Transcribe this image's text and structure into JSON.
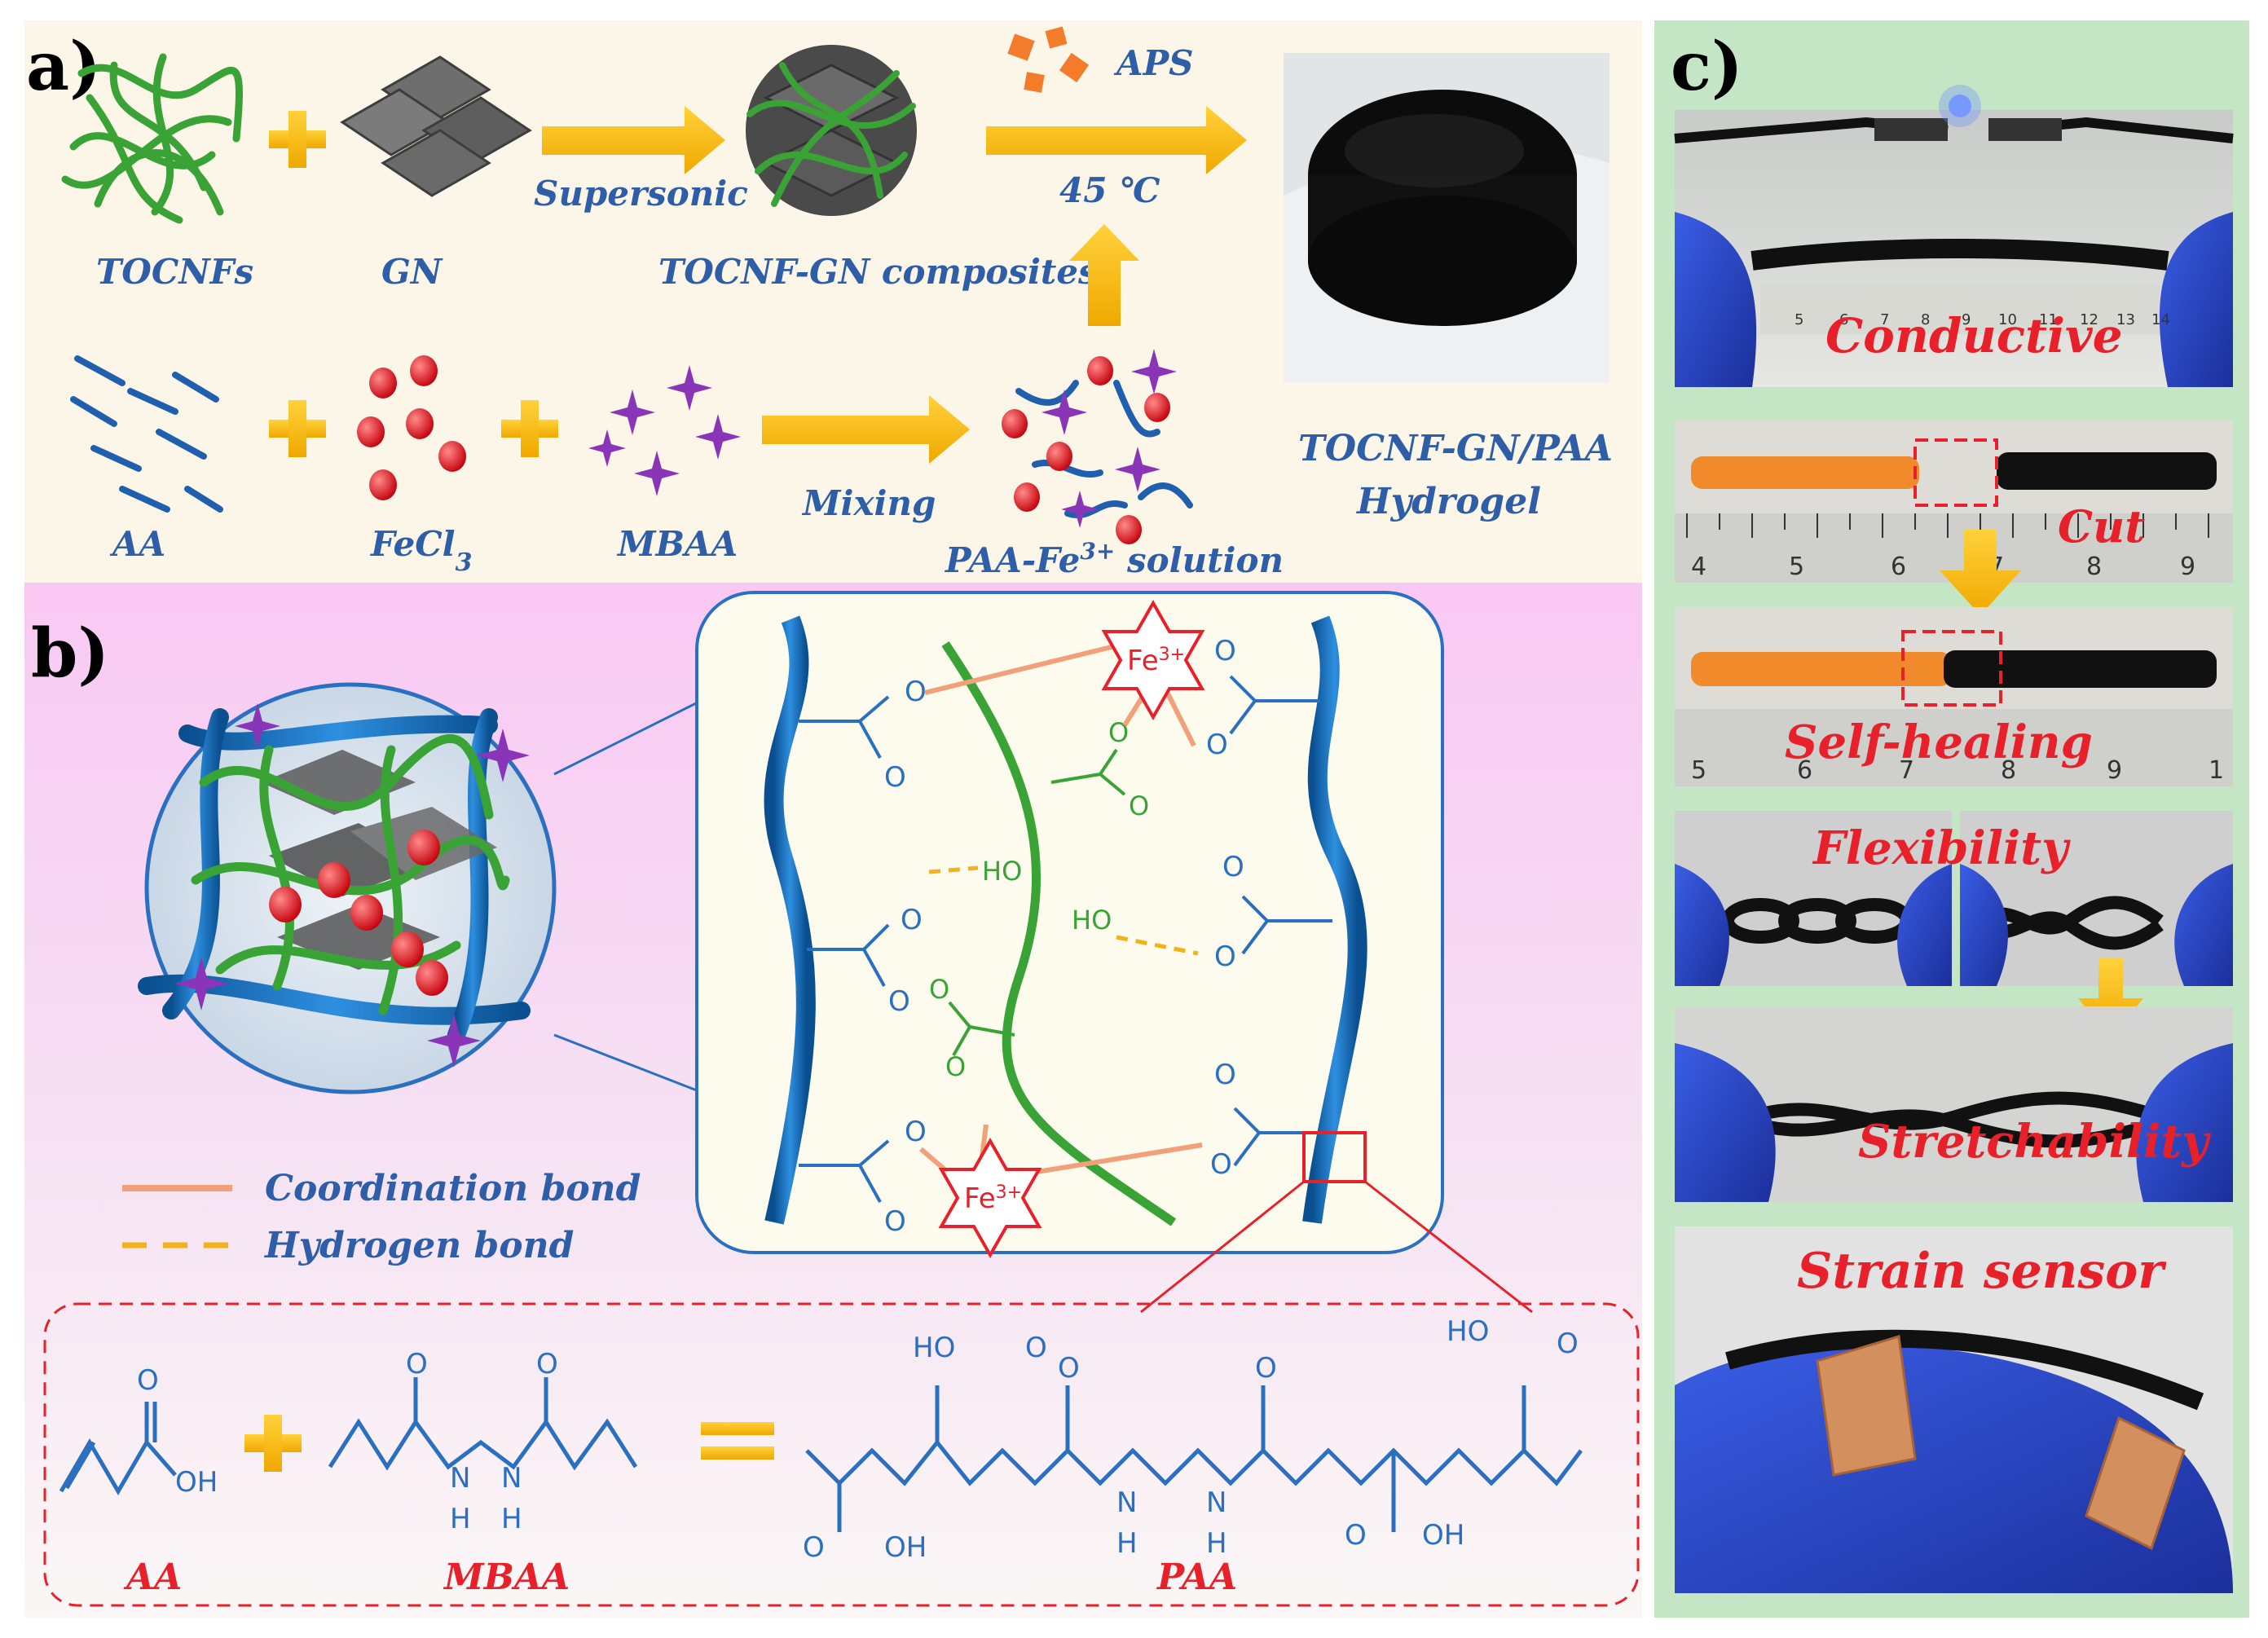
{
  "panels": {
    "a": "a)",
    "b": "b)",
    "c": "c)"
  },
  "panel_a": {
    "tocnfs": "TOCNFs",
    "gn": "GN",
    "supersonic": "Supersonic",
    "composites": "TOCNF-GN composites",
    "aps": "APS",
    "temp": "45 ℃",
    "hydrogel_line1": "TOCNF-GN/PAA",
    "hydrogel_line2": "Hydrogel",
    "aa": "AA",
    "fecl3_base": "FeCl",
    "fecl3_sub": "3",
    "mbaa": "MBAA",
    "mixing": "Mixing",
    "solution_base": "PAA-Fe",
    "solution_sup": "3+",
    "solution_rest": " solution"
  },
  "panel_b": {
    "fe_ion": "Fe",
    "fe_sup": "3+",
    "coordination": "Coordination bond",
    "hydrogen": "Hydrogen bond",
    "carboxylate_O": "O",
    "hydroxyl": "HO",
    "aa": "AA",
    "mbaa": "MBAA",
    "paa": "PAA",
    "oh": "OH",
    "ho": "HO",
    "n": "N",
    "h": "H",
    "o": "O"
  },
  "panel_c": {
    "conductive": "Conductive",
    "cut": "Cut",
    "self_healing": "Self-healing",
    "flexibility": "Flexibility",
    "stretchability": "Stretchability",
    "strain_sensor": "Strain sensor",
    "ruler1": [
      "5",
      "6",
      "7",
      "8",
      "9",
      "10",
      "11",
      "12",
      "13",
      "14"
    ],
    "ruler2": [
      "4",
      "5",
      "6",
      "7",
      "8",
      "9"
    ],
    "ruler3": [
      "5",
      "6",
      "7",
      "8",
      "9",
      "1"
    ]
  }
}
